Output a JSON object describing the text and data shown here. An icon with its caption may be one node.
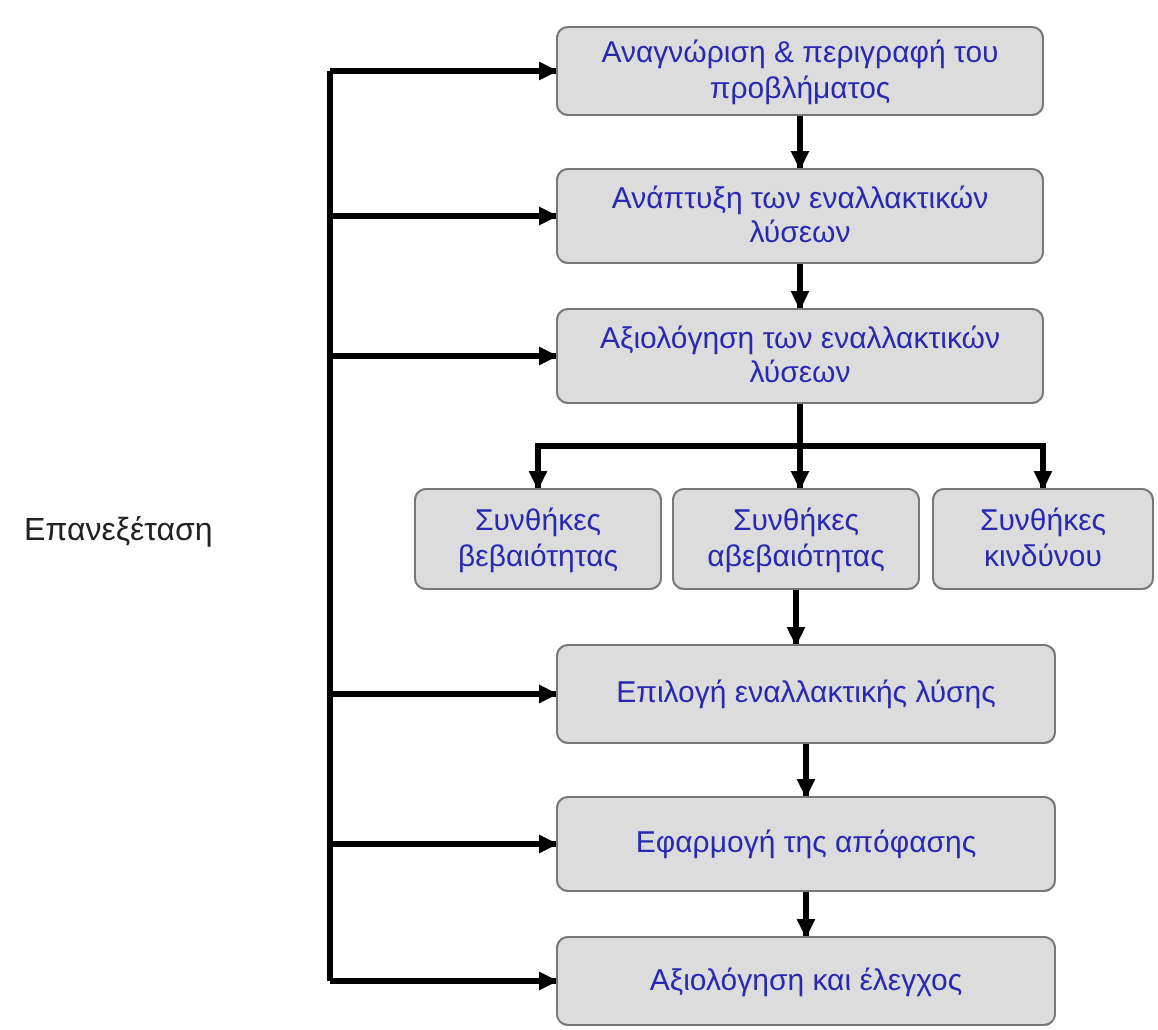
{
  "diagram": {
    "nodes": [
      {
        "text": [
          "Αναγνώριση & περιγραφή του προβλήματος"
        ]
      },
      {
        "text": [
          "Ανάπτυξη των εναλλακτικών λύσεων"
        ]
      },
      {
        "text": [
          "Αξιολόγηση των εναλλακτικών λύσεων"
        ]
      },
      {
        "text": [
          "Συνθήκες βεβαιότητας"
        ]
      },
      {
        "text": [
          "Συνθήκες αβεβαιότητας"
        ]
      },
      {
        "text": [
          "Συνθήκες κινδύνου"
        ]
      },
      {
        "text": [
          "Επιλογή εναλλακτικής λύσης"
        ]
      },
      {
        "text": [
          "Εφαρμογή της απόφασης"
        ]
      },
      {
        "text": [
          "Αξιολόγηση και έλεγχος"
        ]
      }
    ],
    "edges": [
      {
        "from": 0,
        "to": 1,
        "arrow": "to"
      },
      {
        "from": 1,
        "to": 2,
        "arrow": "to"
      },
      {
        "from": 2,
        "to": 3,
        "arrow": "to"
      },
      {
        "from": 2,
        "to": 4,
        "arrow": "to"
      },
      {
        "from": 2,
        "to": 5,
        "arrow": "to"
      },
      {
        "from": 4,
        "to": 6,
        "arrow": "to"
      },
      {
        "from": 6,
        "to": 7,
        "arrow": "to"
      },
      {
        "from": 7,
        "to": 8,
        "arrow": "to"
      },
      {
        "from": null,
        "to": 0,
        "arrow": "to"
      },
      {
        "from": null,
        "to": 1,
        "arrow": "to"
      },
      {
        "from": null,
        "to": 2,
        "arrow": "to"
      },
      {
        "from": null,
        "to": 6,
        "arrow": "to"
      },
      {
        "from": null,
        "to": 7,
        "arrow": "to"
      },
      {
        "from": null,
        "to": 8,
        "arrow": "to"
      }
    ],
    "labels": [
      "Επανεξέταση"
    ]
  }
}
